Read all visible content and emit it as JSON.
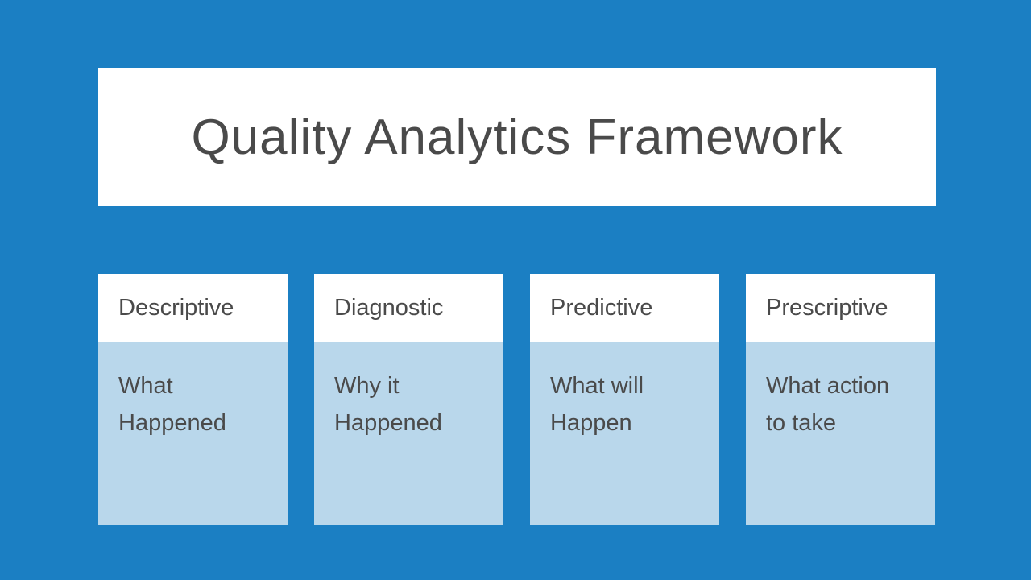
{
  "slide": {
    "title": "Quality Analytics Framework",
    "colors": {
      "background": "#1b7fc3",
      "card_header": "#ffffff",
      "card_body": "#b9d7eb",
      "text": "#4a4a4a"
    },
    "columns": [
      {
        "header": "Descriptive",
        "body": "What\nHappened"
      },
      {
        "header": "Diagnostic",
        "body": "Why it\nHappened"
      },
      {
        "header": "Predictive",
        "body": "What will\nHappen"
      },
      {
        "header": "Prescriptive",
        "body": "What action\nto take"
      }
    ]
  }
}
